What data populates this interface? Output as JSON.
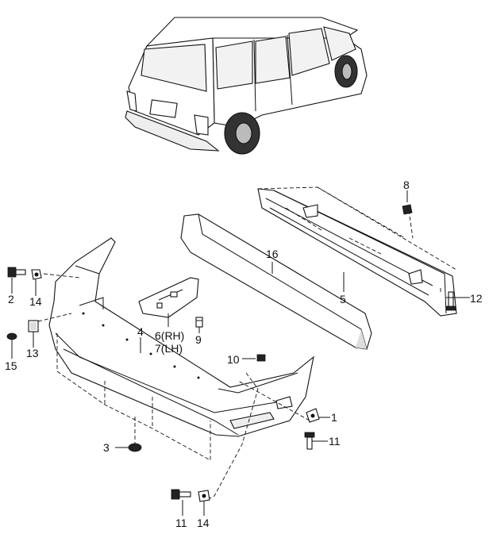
{
  "labels": [
    {
      "id": "part-1",
      "text": "1"
    },
    {
      "id": "part-2",
      "text": "2"
    },
    {
      "id": "part-3",
      "text": "3"
    },
    {
      "id": "part-4",
      "text": "4"
    },
    {
      "id": "part-5",
      "text": "5"
    },
    {
      "id": "part-6",
      "text": "6(RH)"
    },
    {
      "id": "part-7",
      "text": "7(LH)"
    },
    {
      "id": "part-8",
      "text": "8"
    },
    {
      "id": "part-9",
      "text": "9"
    },
    {
      "id": "part-10",
      "text": "10"
    },
    {
      "id": "part-11a",
      "text": "11"
    },
    {
      "id": "part-11b",
      "text": "11"
    },
    {
      "id": "part-12",
      "text": "12"
    },
    {
      "id": "part-13",
      "text": "13"
    },
    {
      "id": "part-14a",
      "text": "14"
    },
    {
      "id": "part-14b",
      "text": "14"
    },
    {
      "id": "part-15",
      "text": "15"
    },
    {
      "id": "part-16",
      "text": "16"
    }
  ]
}
